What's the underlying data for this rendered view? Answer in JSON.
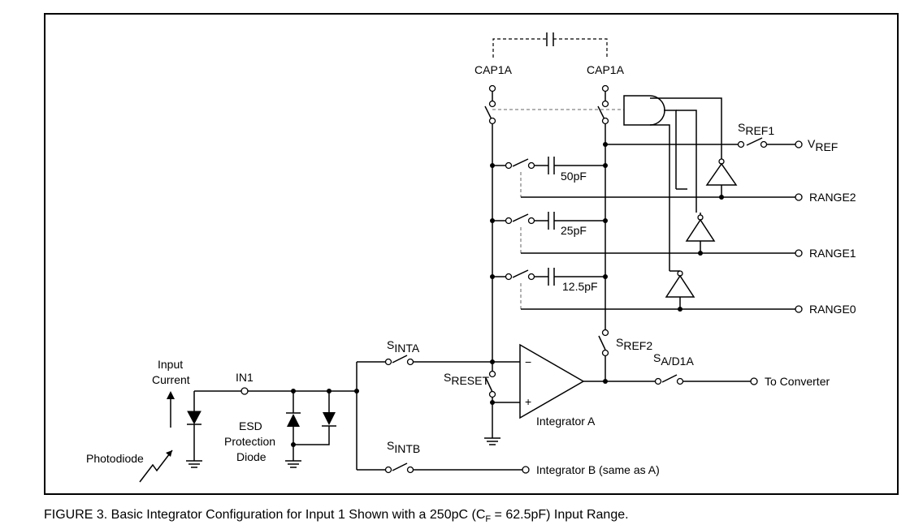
{
  "labels": {
    "cap1a_left": "CAP1A",
    "cap1a_right": "CAP1A",
    "sref1": {
      "main": "S",
      "sub": "REF1"
    },
    "vref": {
      "main": "V",
      "sub": "REF"
    },
    "cap50": "50pF",
    "cap25": "25pF",
    "cap12": "12.5pF",
    "range2": "RANGE2",
    "range1": "RANGE1",
    "range0": "RANGE0",
    "sref2": {
      "main": "S",
      "sub": "REF2"
    },
    "sad1a": {
      "main": "S",
      "sub": "A/D1A"
    },
    "to_converter": "To Converter",
    "sinta": {
      "main": "S",
      "sub": "INTA"
    },
    "sreset": {
      "main": "S",
      "sub": "RESET"
    },
    "sintb": {
      "main": "S",
      "sub": "INTB"
    },
    "integrator_a": "Integrator A",
    "integrator_b": "Integrator B (same as A)",
    "input_current_1": "Input",
    "input_current_2": "Current",
    "in1": "IN1",
    "esd_1": "ESD",
    "esd_2": "Protection",
    "esd_3": "Diode",
    "photodiode": "Photodiode",
    "opamp_minus": "−",
    "opamp_plus": "+"
  },
  "caption": {
    "before": "FIGURE 3. Basic Integrator Configuration for Input 1 Shown with a 250pC (C",
    "sub": "F",
    "after": " = 62.5pF) Input Range."
  }
}
